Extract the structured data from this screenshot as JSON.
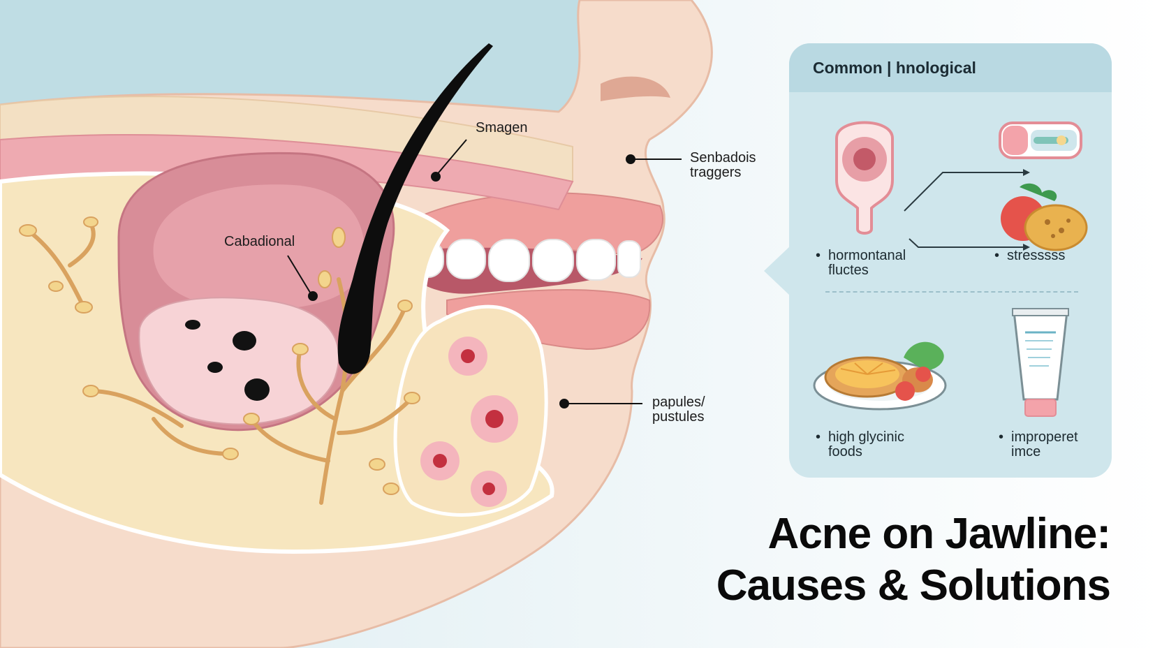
{
  "labels": {
    "hair": "Smagen",
    "gland": "Cabadional",
    "triggers_line1": "Senbadois",
    "triggers_line2": "traggers",
    "papules_line1": "papules/",
    "papules_line2": "pustules"
  },
  "panel": {
    "title": "Common | hnological",
    "items": [
      {
        "line1": "hormontanal",
        "line2": "fluctes",
        "icon": "hormone-icon"
      },
      {
        "line1": "stresssss",
        "line2": "",
        "icon": "food-icon"
      },
      {
        "line1": "high glycinic",
        "line2": "foods",
        "icon": "plate-icon"
      },
      {
        "line1": "improperet",
        "line2": "imce",
        "icon": "tube-icon"
      }
    ]
  },
  "title": {
    "line1": "Acne on Jawline:",
    "line2": "Causes & Solutions"
  },
  "colors": {
    "sky": "#bfdde4",
    "skin": "#f6dccb",
    "pink_tissue": "#eeaab1",
    "fat_layer": "#f7e6bf",
    "nerve": "#d9a25f",
    "panel": "#cfe6ec",
    "hair": "#0d0d0d"
  }
}
